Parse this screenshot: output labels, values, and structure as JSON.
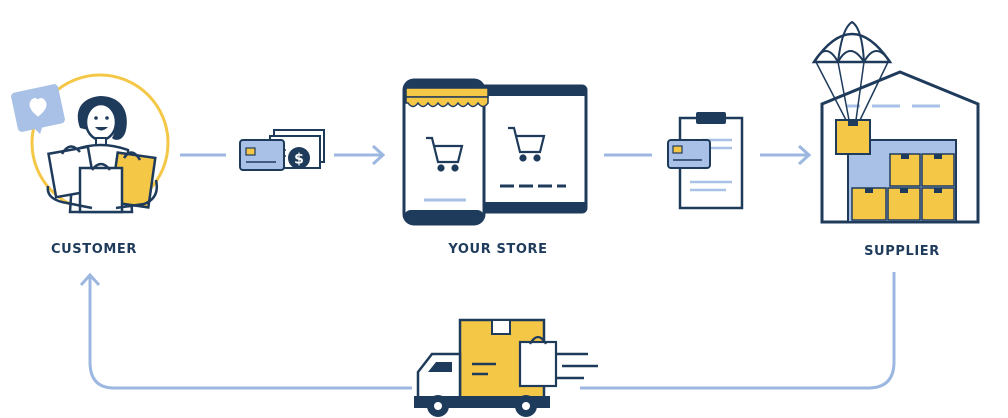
{
  "nodes": {
    "customer": {
      "label": "CUSTOMER"
    },
    "store": {
      "label": "YOUR STORE"
    },
    "supplier": {
      "label": "SUPPLIER"
    }
  },
  "colors": {
    "navy": "#1f3b5c",
    "accent_yellow": "#f5c747",
    "light_blue": "#a9c1e6",
    "arrow_blue": "#9cb7e0"
  },
  "icons": [
    "heart-icon",
    "cash-and-card-icon",
    "shopping-cart-icon",
    "clipboard-icon",
    "parachute-icon",
    "warehouse-icon",
    "delivery-truck-icon"
  ]
}
